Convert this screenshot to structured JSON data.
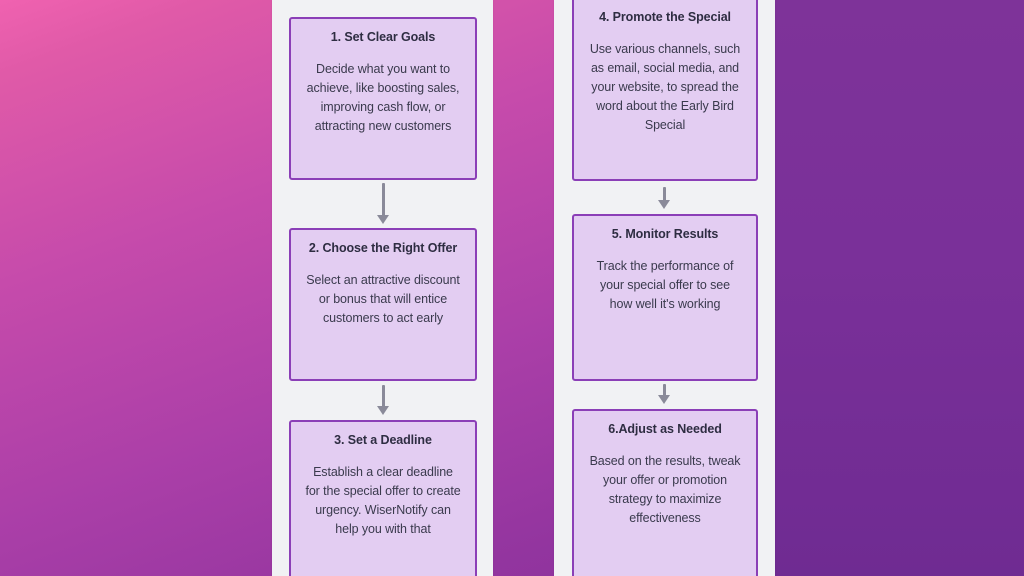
{
  "background": {
    "left_gradient_from": "#f062b0",
    "left_gradient_to": "#83309b",
    "right_solid": "#7b2f9e",
    "panel_bg": "#f1f2f4"
  },
  "theme": {
    "card_bg": "#e3cdf2",
    "card_border": "#8b3fb7",
    "title_color": "#2e2d42",
    "body_color": "#3a3a4d",
    "arrow_color": "#8a8a99"
  },
  "flow": {
    "columns": [
      {
        "name": "column-left",
        "cards": [
          {
            "title": "1. Set Clear Goals",
            "body": "Decide what you want to achieve, like boosting sales, improving cash flow, or attracting new customers"
          },
          {
            "title": "2. Choose the Right Offer",
            "body": "Select an attractive discount or bonus that will entice customers to act early"
          },
          {
            "title": "3. Set a Deadline",
            "body": "Establish a clear deadline for the special offer to create urgency. WiserNotify can help you with that"
          }
        ],
        "connectors": [
          "arrow-down",
          "arrow-down"
        ]
      },
      {
        "name": "column-right",
        "cards": [
          {
            "title": "4. Promote the Special",
            "body": "Use various channels, such as email, social media, and your website, to spread the word about the Early Bird Special"
          },
          {
            "title": "5. Monitor Results",
            "body": "Track the performance of your special offer to see how well it's working"
          },
          {
            "title": "6.Adjust as Needed",
            "body": "Based on the results, tweak your offer or promotion strategy to maximize effectiveness"
          }
        ],
        "connectors": [
          "arrow-down",
          "arrow-down"
        ]
      }
    ]
  }
}
